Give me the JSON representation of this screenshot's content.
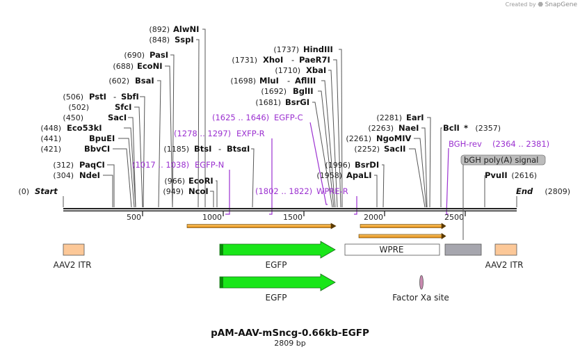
{
  "credit": {
    "prefix": "Created by",
    "brand": "SnapGene"
  },
  "plasmid": {
    "name": "pAM-AAV-mSncg-0.66kb-EGFP",
    "length_label": "2809 bp",
    "length": 2809
  },
  "ruler": {
    "ticks": [
      500,
      1000,
      1500,
      2000,
      2500
    ]
  },
  "ends": {
    "start": {
      "pos": "(0)",
      "label": "Start"
    },
    "end": {
      "label": "End",
      "pos": "(2809)"
    }
  },
  "sites": [
    {
      "pos": "(304)",
      "label": "NdeI",
      "bp": 304
    },
    {
      "pos": "(312)",
      "label": "PaqCI",
      "bp": 312
    },
    {
      "pos": "(421)",
      "label": "BbvCI",
      "bp": 421
    },
    {
      "pos": "(441)",
      "label": "BpuEI",
      "bp": 441
    },
    {
      "pos": "(448)",
      "label": "Eco53kI",
      "bp": 448
    },
    {
      "pos": "(450)",
      "label": "SacI",
      "bp": 450
    },
    {
      "pos": "(502)",
      "label": "SfcI",
      "bp": 502
    },
    {
      "pos": "(506)",
      "label": "PstI",
      "extra": "SbfI",
      "bp": 506
    },
    {
      "pos": "(602)",
      "label": "BsaI",
      "bp": 602
    },
    {
      "pos": "(688)",
      "label": "EcoNI",
      "bp": 688
    },
    {
      "pos": "(690)",
      "label": "PasI",
      "bp": 690
    },
    {
      "pos": "(848)",
      "label": "SspI",
      "bp": 848
    },
    {
      "pos": "(892)",
      "label": "AlwNI",
      "bp": 892
    },
    {
      "pos": "(949)",
      "label": "NcoI",
      "bp": 949
    },
    {
      "pos": "(966)",
      "label": "EcoRI",
      "bp": 966
    },
    {
      "pos": "(1185)",
      "label": "BtsI",
      "extra": "BtsαI",
      "bp": 1185
    },
    {
      "pos": "(1681)",
      "label": "BsrGI",
      "bp": 1681
    },
    {
      "pos": "(1692)",
      "label": "BglII",
      "bp": 1692
    },
    {
      "pos": "(1698)",
      "label": "MluI",
      "extra": "AflIII",
      "bp": 1698
    },
    {
      "pos": "(1710)",
      "label": "XbaI",
      "bp": 1710
    },
    {
      "pos": "(1731)",
      "label": "XhoI",
      "extra": "PaeR7I",
      "bp": 1731
    },
    {
      "pos": "(1737)",
      "label": "HindIII",
      "bp": 1737
    },
    {
      "pos": "(1958)",
      "label": "ApaLI",
      "bp": 1958
    },
    {
      "pos": "(1996)",
      "label": "BsrDI",
      "bp": 1996
    },
    {
      "pos": "(2252)",
      "label": "SacII",
      "bp": 2252
    },
    {
      "pos": "(2261)",
      "label": "NgoMIV",
      "bp": 2261
    },
    {
      "pos": "(2263)",
      "label": "NaeI",
      "bp": 2263
    },
    {
      "pos": "(2281)",
      "label": "EarI",
      "bp": 2281
    },
    {
      "pos": "(2357)",
      "label": "BclI",
      "star": "*",
      "bp": 2357
    },
    {
      "pos": "(2616)",
      "label": "PvuII",
      "bp": 2616
    }
  ],
  "primers": [
    {
      "range": "(1017 .. 1038)",
      "label": "EGFP-N"
    },
    {
      "range": "(1278 .. 1297)",
      "label": "EXFP-R"
    },
    {
      "range": "(1625 .. 1646)",
      "label": "EGFP-C"
    },
    {
      "range": "(1802 .. 1822)",
      "label": "WPRE-R"
    },
    {
      "label": "BGH-rev",
      "range": "(2364 .. 2381)"
    }
  ],
  "features": {
    "polyA": "bGH poly(A) signal",
    "itr_left": "AAV2 ITR",
    "egfp1": "EGFP",
    "wpre_box": "WPRE",
    "itr_right": "AAV2 ITR",
    "egfp2": "EGFP",
    "factor_xa": "Factor Xa site"
  },
  "colors": {
    "primer": "#9b30d0",
    "orf": "#f5a623",
    "egfp": "#19e619",
    "itr": "#fcc898",
    "grey_feature": "#a6a6ae",
    "factor_xa": "#c98ab0",
    "backbone": "#222222"
  }
}
